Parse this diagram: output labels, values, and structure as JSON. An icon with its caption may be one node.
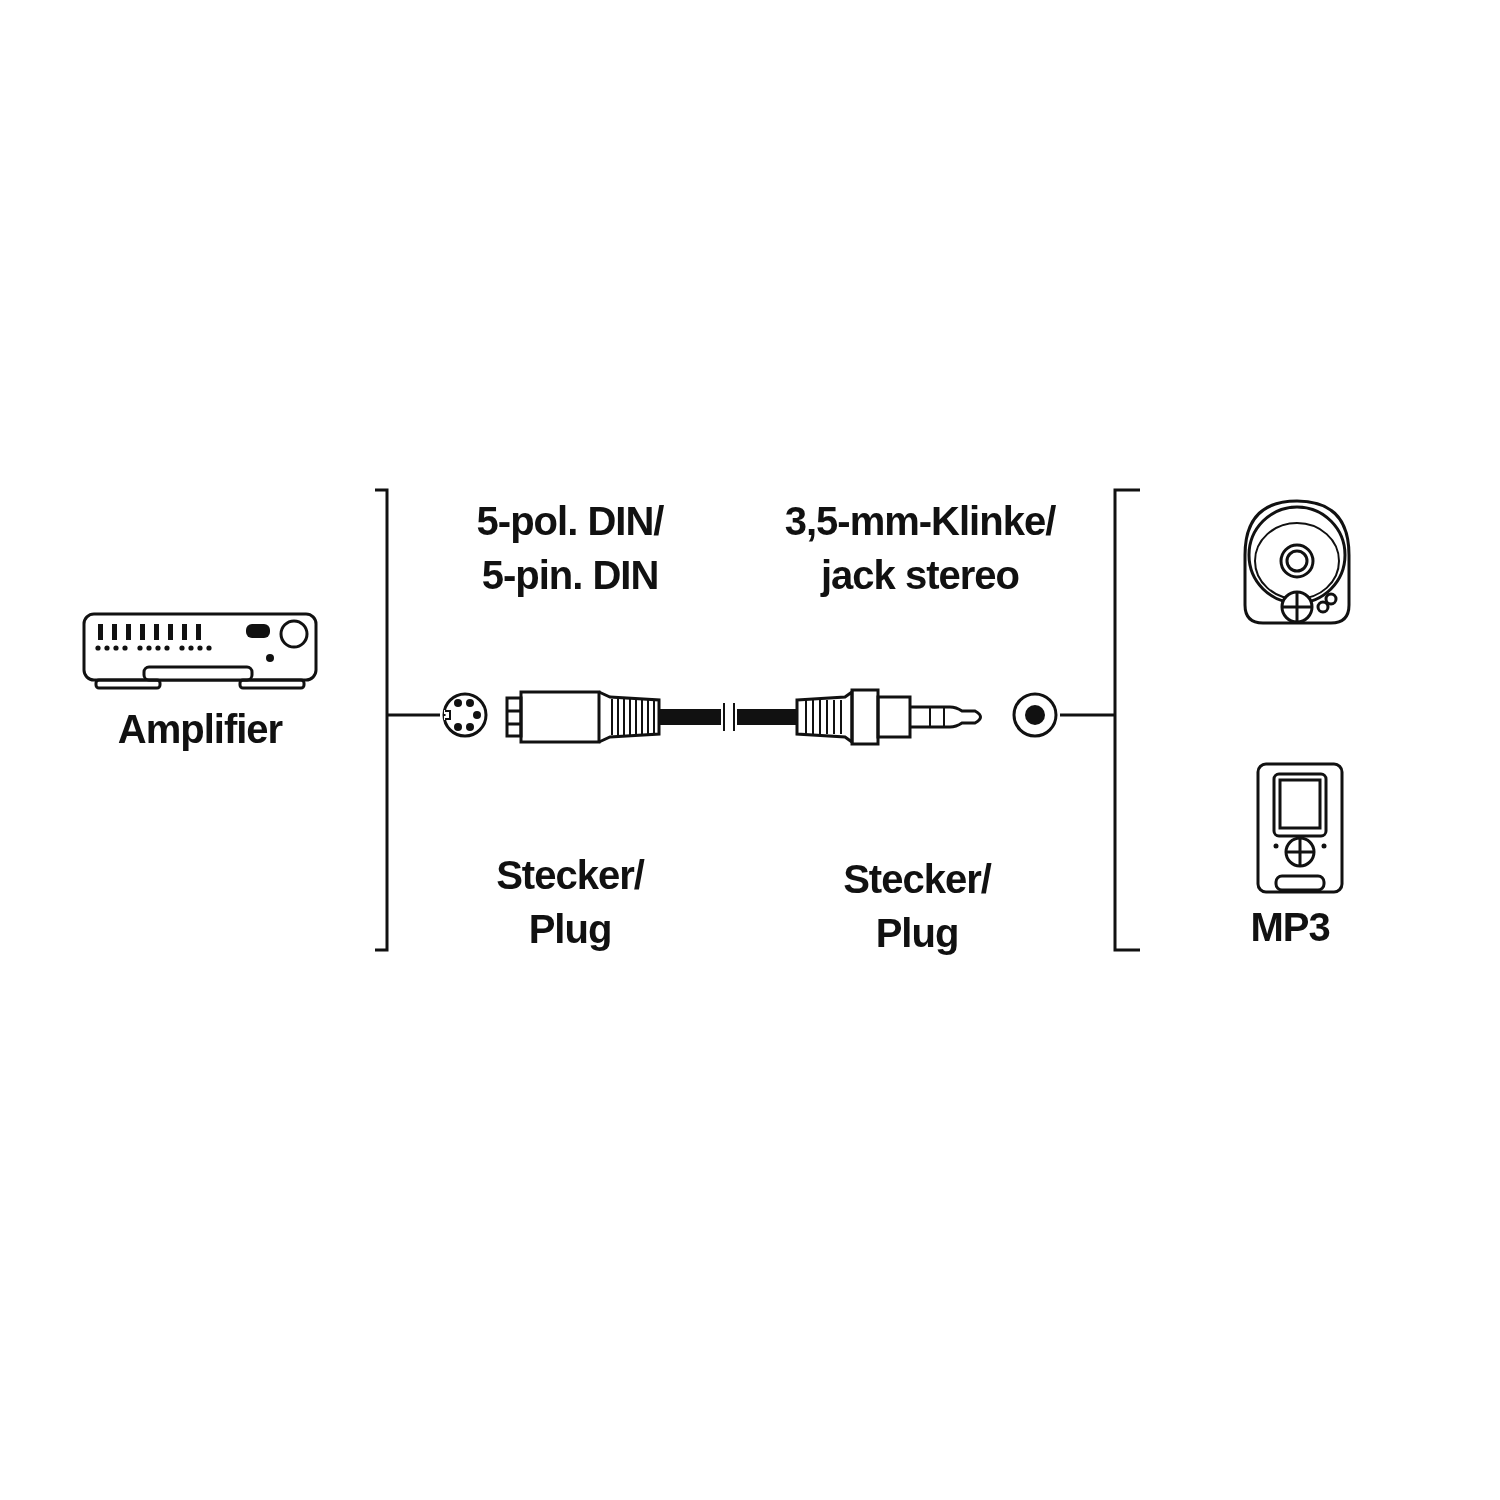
{
  "diagram": {
    "nodes": [
      {
        "text": [
          "Amplifier"
        ]
      },
      {
        "text": [],
        "shape": "circle"
      },
      {
        "text": [],
        "shape": "circle"
      },
      {
        "text": [],
        "shape": "player"
      },
      {
        "text": [
          "MP3"
        ]
      }
    ],
    "edges": [
      {
        "from": 0,
        "to": 1,
        "arrow": "none"
      },
      {
        "from": 2,
        "to": 3,
        "arrow": "none"
      },
      {
        "from": 2,
        "to": 4,
        "arrow": "none"
      }
    ],
    "labels": [
      "5-pol. DIN/ 5-pin. DIN",
      "3,5-mm-Klinke/ jack stereo",
      "Stecker/ Plug",
      "Stecker/ Plug"
    ]
  }
}
